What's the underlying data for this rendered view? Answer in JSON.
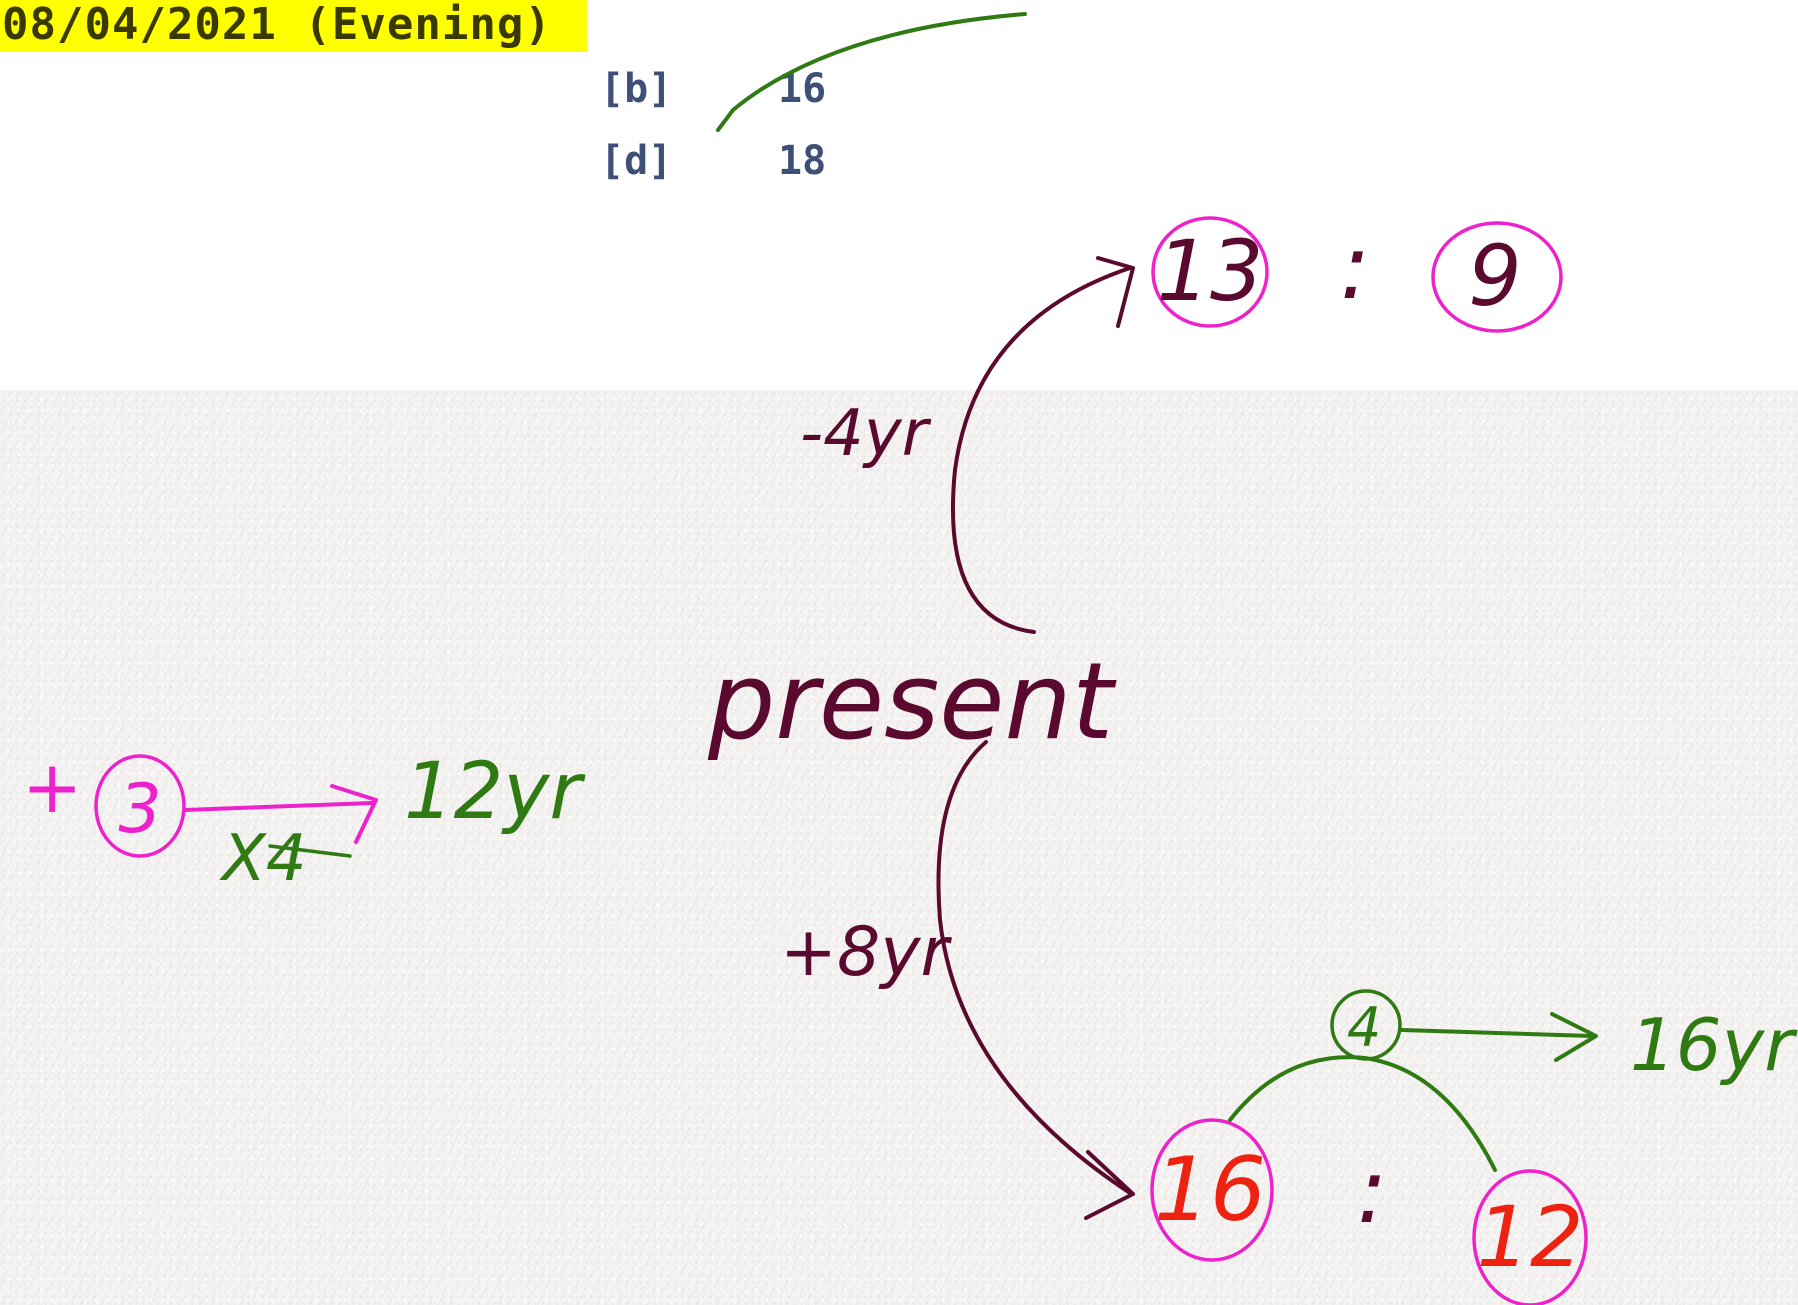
{
  "header": {
    "date_label": "08/04/2021 (Evening)"
  },
  "options": [
    {
      "label": "[b]",
      "value": "16"
    },
    {
      "label": "[d]",
      "value": "18"
    }
  ],
  "notes": {
    "past_ratio_left": "13",
    "past_ratio_sep": ":",
    "past_ratio_right": "9",
    "minus_label": "-4yr",
    "present_label": "present",
    "plus_label": "+8yr",
    "future_ratio_left": "16",
    "future_ratio_sep": ":",
    "future_ratio_right": "12",
    "diff_circle": "4",
    "diff_result": "16yr",
    "unit_circle": "3",
    "unit_prefix": "+",
    "multiplier": "X4",
    "unit_result": "12yr"
  },
  "colors": {
    "highlight": "#ffff00",
    "option_text": "#3e4f78",
    "maroon_ink": "#5a0a2e",
    "magenta_ink": "#ee22cc",
    "green_ink": "#2f7a12",
    "red_ink": "#ee2211"
  }
}
